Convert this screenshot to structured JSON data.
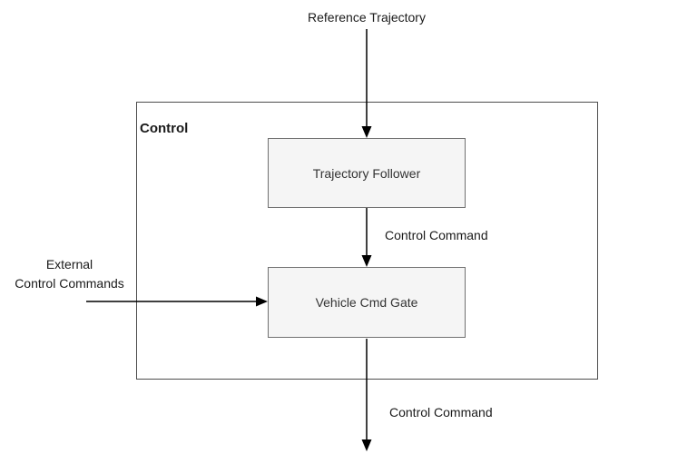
{
  "diagram": {
    "container": {
      "label": "Control"
    },
    "nodes": [
      {
        "id": "trajectory-follower",
        "label": "Trajectory Follower"
      },
      {
        "id": "vehicle-cmd-gate",
        "label": "Vehicle Cmd Gate"
      }
    ],
    "edges": [
      {
        "id": "reference-trajectory-in",
        "label": "Reference Trajectory",
        "from": "external-input",
        "to": "trajectory-follower"
      },
      {
        "id": "control-command-internal",
        "label": "Control Command",
        "from": "trajectory-follower",
        "to": "vehicle-cmd-gate"
      },
      {
        "id": "external-control-commands-in",
        "label": "External Control Commands",
        "label_line1": "External",
        "label_line2": "Control Commands",
        "from": "external-input",
        "to": "vehicle-cmd-gate"
      },
      {
        "id": "control-command-out",
        "label": "Control Command",
        "from": "vehicle-cmd-gate",
        "to": "external-output"
      }
    ],
    "colors": {
      "background": "#ffffff",
      "node_fill": "#f5f5f5",
      "node_border": "#707070",
      "container_border": "#4d4d4d",
      "arrow": "#000000",
      "text": "#1a1a1a"
    }
  }
}
